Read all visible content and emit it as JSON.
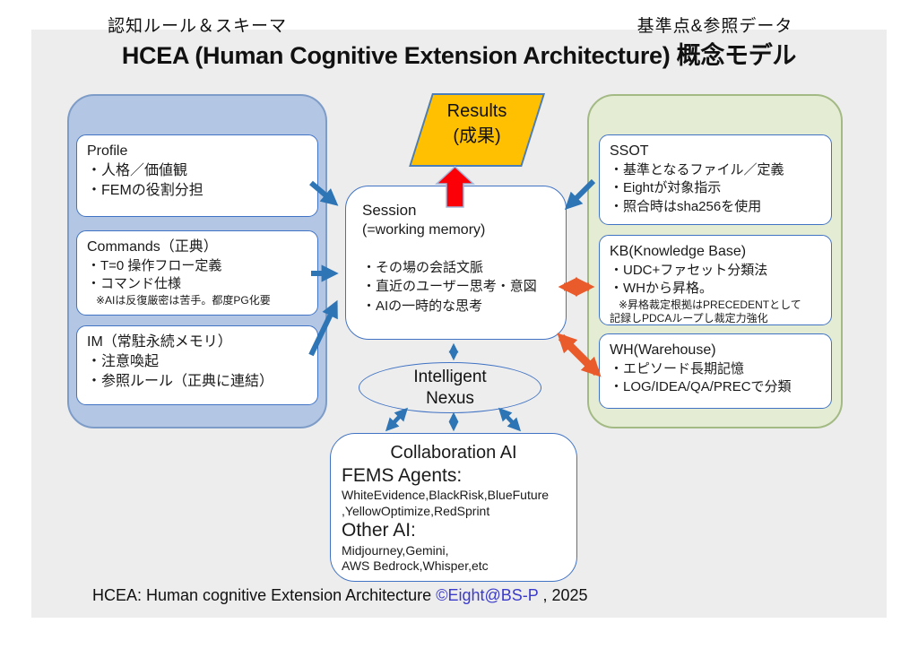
{
  "title": "HCEA (Human Cognitive Extension Architecture) 概念モデル",
  "left_panel": {
    "header": "認知ルール＆スキーマ",
    "boxes": [
      {
        "title": "Profile",
        "lines": [
          "・人格／価値観",
          "・FEMの役割分担"
        ]
      },
      {
        "title": "Commands（正典）",
        "lines": [
          "・T=0 操作フロー定義",
          "・コマンド仕様"
        ],
        "note": "※AIは反復厳密は苦手。都度PG化要"
      },
      {
        "title": "IM（常駐永続メモリ）",
        "lines": [
          "・注意喚起",
          "・参照ルール（正典に連結）"
        ]
      }
    ]
  },
  "right_panel": {
    "header": "基準点&参照データ",
    "boxes": [
      {
        "title": "SSOT",
        "lines": [
          "・基準となるファイル／定義",
          "・Eightが対象指示",
          "・照合時はsha256を使用"
        ]
      },
      {
        "title": "KB(Knowledge Base)",
        "lines": [
          "・UDC+ファセット分類法",
          "・WHから昇格。"
        ],
        "note_line1": "※昇格裁定根拠はPRECEDENTとして",
        "note_line2": "記録しPDCAループし裁定力強化"
      },
      {
        "title": "WH(Warehouse)",
        "lines": [
          "・エピソード長期記憶",
          "・LOG/IDEA/QA/PRECで分類"
        ]
      }
    ]
  },
  "center": {
    "results": {
      "line1": "Results",
      "line2": "(成果)"
    },
    "session": {
      "title": "Session",
      "subtitle": "(=working memory)",
      "bullets": [
        "・その場の会話文脈",
        "・直近のユーザー思考・意図",
        "・AIの一時的な思考"
      ]
    },
    "nexus": {
      "line1": "Intelligent",
      "line2": "Nexus"
    },
    "collaboration": {
      "title": "Collaboration AI",
      "fems_heading": "FEMS Agents:",
      "fems_line1": "WhiteEvidence,BlackRisk,BlueFuture",
      "fems_line2": ",YellowOptimize,RedSprint",
      "other_heading": "Other AI:",
      "other_line1": "Midjourney,Gemini,",
      "other_line2": "AWS Bedrock,Whisper,etc"
    }
  },
  "footer": {
    "text_before": "HCEA: Human cognitive Extension Architecture ",
    "credit": "©Eight@BS-P",
    "text_after": " , 2025"
  },
  "colors": {
    "board_bg": "#EDEDED",
    "panel_blue_fill": "#B3C6E3",
    "panel_blue_border": "#7E9CC8",
    "panel_green_fill": "#E4EDD4",
    "panel_green_border": "#A3BA85",
    "box_border_blue": "#4173C4",
    "results_orange": "#FFC002",
    "arrow_blue": "#2E75B6",
    "arrow_orange": "#EA5B2B",
    "arrow_red": "#FB0007",
    "credit_blue": "#3A3ACB"
  }
}
